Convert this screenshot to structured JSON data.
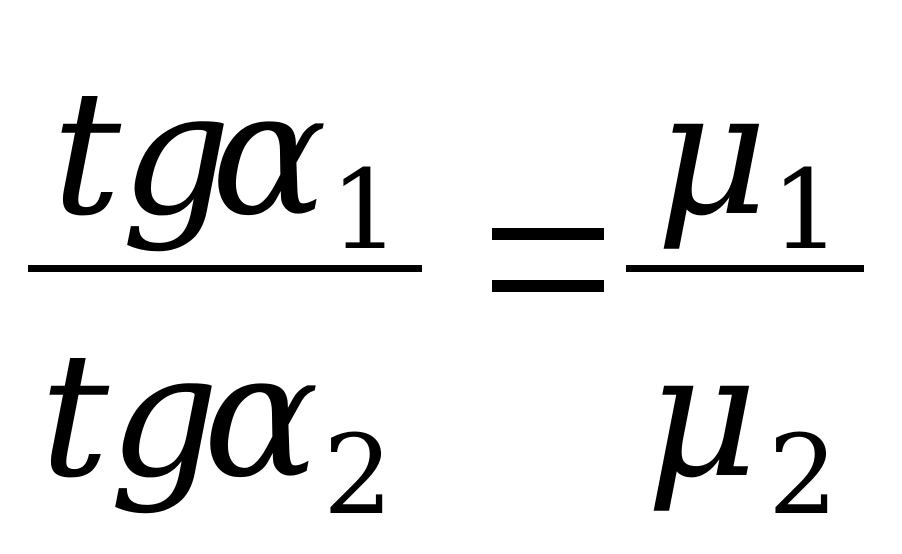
{
  "formula": {
    "left": {
      "numerator": {
        "func": "tg",
        "symbol": "α",
        "subscript": "1"
      },
      "denominator": {
        "func": "tg",
        "symbol": "α",
        "subscript": "2"
      }
    },
    "equals": "=",
    "right": {
      "numerator": {
        "symbol": "μ",
        "subscript": "1"
      },
      "denominator": {
        "symbol": "μ",
        "subscript": "2"
      }
    }
  }
}
